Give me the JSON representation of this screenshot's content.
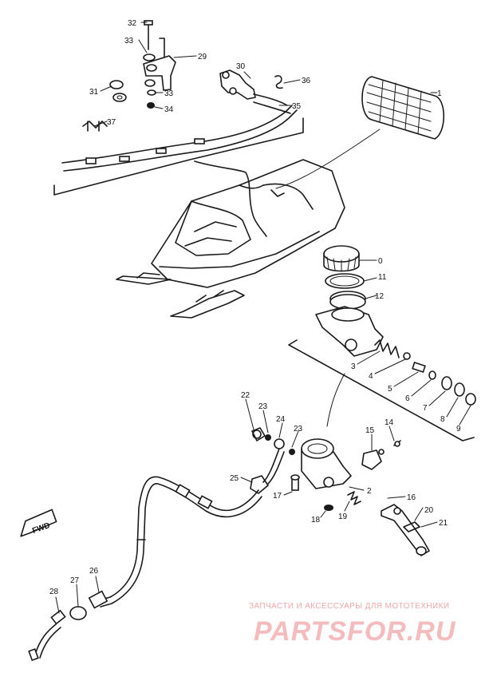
{
  "diagram": {
    "parts": {
      "p0": "0",
      "p1": "1",
      "p2": "2",
      "p3": "3",
      "p4": "4",
      "p5": "5",
      "p6": "6",
      "p7": "7",
      "p8": "8",
      "p9": "9",
      "p11": "11",
      "p12": "12",
      "p14": "14",
      "p15": "15",
      "p16": "16",
      "p17": "17",
      "p18": "18",
      "p19": "19",
      "p20": "20",
      "p21": "21",
      "p22": "22",
      "p23a": "23",
      "p23b": "23",
      "p24": "24",
      "p25": "25",
      "p26": "26",
      "p27": "27",
      "p28": "28",
      "p29": "29",
      "p30": "30",
      "p31": "31",
      "p32": "32",
      "p33a": "33",
      "p33b": "33",
      "p34": "34",
      "p35": "35",
      "p36": "36",
      "p37": "37"
    },
    "direction_label": "FWD"
  },
  "watermark": {
    "tagline": "ЗАПЧАСТИ И АКСЕССУАРЫ ДЛЯ МОТОТЕХНИКИ",
    "logo_text": "PARTSFOR.RU",
    "color": "#f0a8a8"
  }
}
